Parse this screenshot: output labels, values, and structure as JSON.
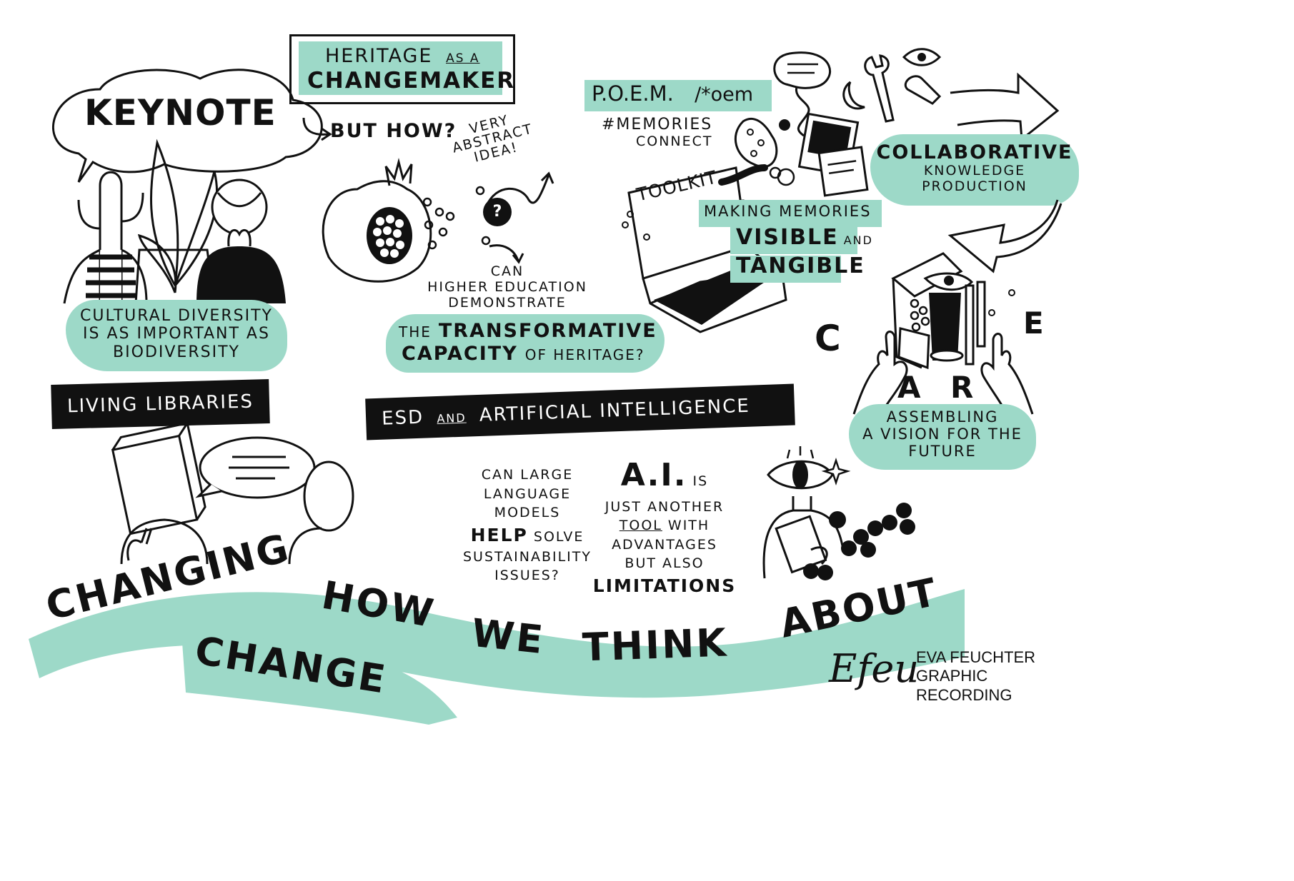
{
  "colors": {
    "accent": "#9dd9c8",
    "ink": "#111111",
    "paper": "#ffffff"
  },
  "keynote": {
    "bubble": "KEYNOTE",
    "caption_lines": [
      "CULTURAL DIVERSITY",
      "IS AS IMPORTANT AS",
      "BIODIVERSITY"
    ]
  },
  "living_libraries": {
    "label": "LIVING LIBRARIES"
  },
  "heritage": {
    "box_line1_a": "HERITAGE",
    "box_line1_b": "AS A",
    "box_line2": "CHANGEMAKER",
    "but_how": "BUT HOW?",
    "abstract_lines": [
      "VERY",
      "ABSTRACT",
      "IDEA!"
    ],
    "question_mark": "?",
    "question_lines": [
      "CAN",
      "HIGHER EDUCATION",
      "DEMONSTRATE"
    ],
    "capacity_a": "THE",
    "capacity_b": "TRANSFORMATIVE",
    "capacity_c": "CAPACITY",
    "capacity_d": "OF HERITAGE?"
  },
  "poem": {
    "title": "P.O.E.M.",
    "handle": "/*oem",
    "hashtag": "#MEMORIES",
    "connect": "CONNECT",
    "toolkit": "TOOLKIT",
    "making": "MAKING MEMORIES",
    "visible": "VISIBLE",
    "and": "AND",
    "tangible": "TANGIBLE"
  },
  "collab": {
    "lines": [
      "COLLABORATIVE",
      "KNOWLEDGE",
      "PRODUCTION"
    ]
  },
  "care": {
    "c": "C",
    "a": "A",
    "r": "R",
    "e": "E",
    "caption_lines": [
      "ASSEMBLING",
      "A VISION FOR THE",
      "FUTURE"
    ]
  },
  "esd": {
    "a": "ESD",
    "and": "AND",
    "b": "ARTIFICIAL INTELLIGENCE"
  },
  "llm": {
    "q1": "CAN LARGE",
    "q2": "LANGUAGE",
    "q3": "MODELS",
    "help": "HELP",
    "solve": "SOLVE",
    "q5": "SUSTAINABILITY",
    "q6": "ISSUES?"
  },
  "ai": {
    "big": "A.I.",
    "is": "IS",
    "l2": "JUST ANOTHER",
    "l3a": "TOOL",
    "l3b": "WITH",
    "l4": "ADVANTAGES",
    "l5": "BUT ALSO",
    "l6": "LIMITATIONS"
  },
  "banner": {
    "w1": "CHANGING",
    "w2": "HOW",
    "w3": "WE",
    "w4": "THINK",
    "w5": "ABOUT",
    "w6": "CHANGE"
  },
  "signature": {
    "mark": "Efeu",
    "lines": [
      "EVA FEUCHTER",
      "GRAPHIC",
      "RECORDING"
    ]
  }
}
